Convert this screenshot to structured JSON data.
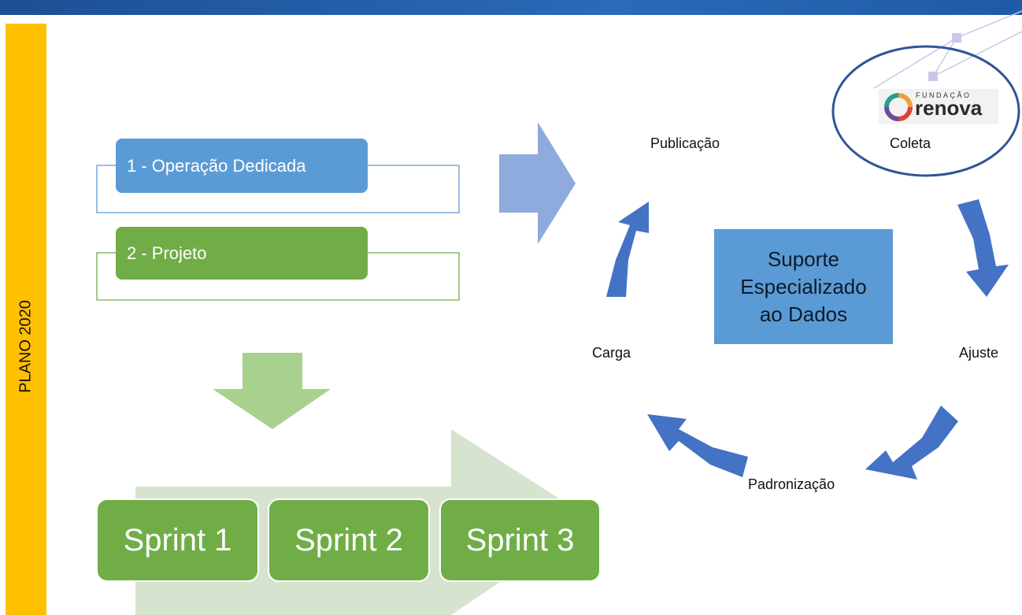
{
  "sidebar": {
    "label": "PLANO 2020"
  },
  "plan_items": [
    {
      "label": "1 - Operação Dedicada",
      "color": "#5b9bd5"
    },
    {
      "label": "2 - Projeto",
      "color": "#70ad47"
    }
  ],
  "sprints": [
    "Sprint 1",
    "Sprint 2",
    "Sprint 3"
  ],
  "cycle": {
    "center_lines": [
      "Suporte",
      "Especializado",
      "ao Dados"
    ],
    "steps": {
      "coleta": "Coleta",
      "ajuste": "Ajuste",
      "padronizacao": "Padronização",
      "carga": "Carga",
      "publicacao": "Publicação"
    }
  },
  "logo": {
    "small_text": "FUNDAÇÃO",
    "brand_text": "renova"
  },
  "colors": {
    "accent_blue": "#5b9bd5",
    "accent_green": "#70ad47",
    "cycle_arrow": "#4472c4",
    "sidebar_yellow": "#ffc000",
    "top_bar": "#1f5aa6"
  }
}
